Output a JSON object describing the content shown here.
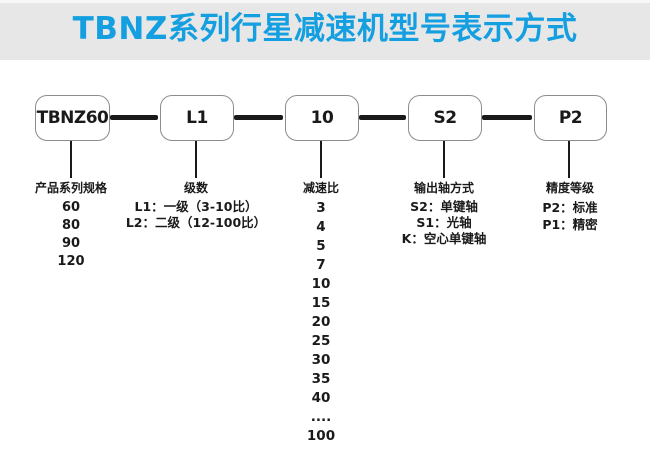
{
  "title": "TBNZ系列行星减速机型号表示方式",
  "colors": {
    "accent_blue": "#149fe0",
    "title_bar_bg": "#e7e7e7",
    "line_black": "#1a1a1a",
    "box_border_gray": "#8c8c8c"
  },
  "diagram": {
    "boxes": [
      "TBNZ60",
      "L1",
      "10",
      "S2",
      "P2"
    ],
    "columns": [
      {
        "header": "产品系列规格",
        "items": [
          "60",
          "80",
          "90",
          "120"
        ]
      },
      {
        "header": "级数",
        "items": [
          "L1：一级（3-10比）",
          "L2：二级（12-100比）"
        ]
      },
      {
        "header": "减速比",
        "items": [
          "3",
          "4",
          "5",
          "7",
          "10",
          "15",
          "20",
          "25",
          "30",
          "35",
          "40",
          "....",
          "100"
        ]
      },
      {
        "header": "输出轴方式",
        "items": [
          "S2：单键轴",
          "S1：光轴",
          "K：空心单键轴"
        ]
      },
      {
        "header": "精度等级",
        "items": [
          "P2：标准",
          "P1：精密"
        ]
      }
    ]
  }
}
